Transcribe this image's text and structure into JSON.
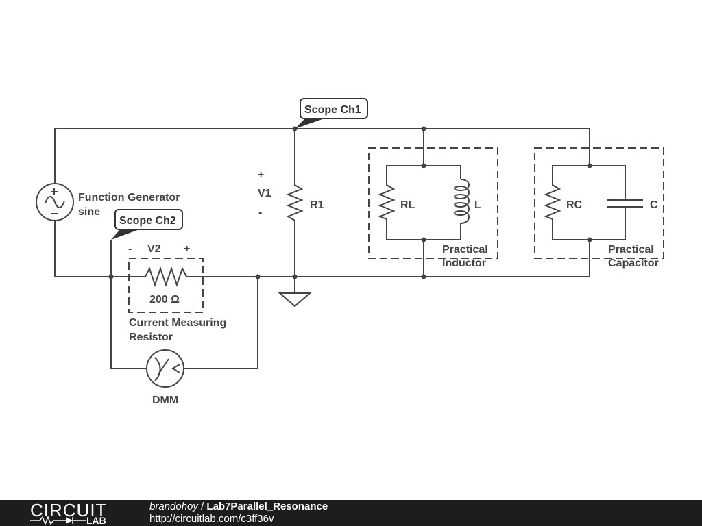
{
  "schematic": {
    "function_generator_label": "Function Generator",
    "function_generator_type": "sine",
    "scope_ch1_label": "Scope Ch1",
    "scope_ch2_label": "Scope Ch2",
    "v1_label": "V1",
    "v1_plus": "+",
    "v1_minus": "-",
    "r1_label": "R1",
    "v2_label": "V2",
    "v2_minus": "-",
    "v2_plus": "+",
    "sense_resistor_value": "200 Ω",
    "sense_resistor_caption_1": "Current Measuring",
    "sense_resistor_caption_2": "Resistor",
    "dmm_label": "DMM",
    "rl_label": "RL",
    "l_label": "L",
    "practical_inductor_1": "Practical",
    "practical_inductor_2": "Inductor",
    "rc_label": "RC",
    "c_label": "C",
    "practical_capacitor_1": "Practical",
    "practical_capacitor_2": "Capacitor"
  },
  "footer": {
    "logo_top": "CIRCUIT",
    "logo_bottom": "LAB",
    "author": "brandohoy",
    "separator": " / ",
    "title": "Lab7Parallel_Resonance",
    "url": "http://circuitlab.com/c3ff36v"
  },
  "colors": {
    "wire": "#444444",
    "footer_bg": "#1d1d1d",
    "footer_text": "#ffffff"
  }
}
